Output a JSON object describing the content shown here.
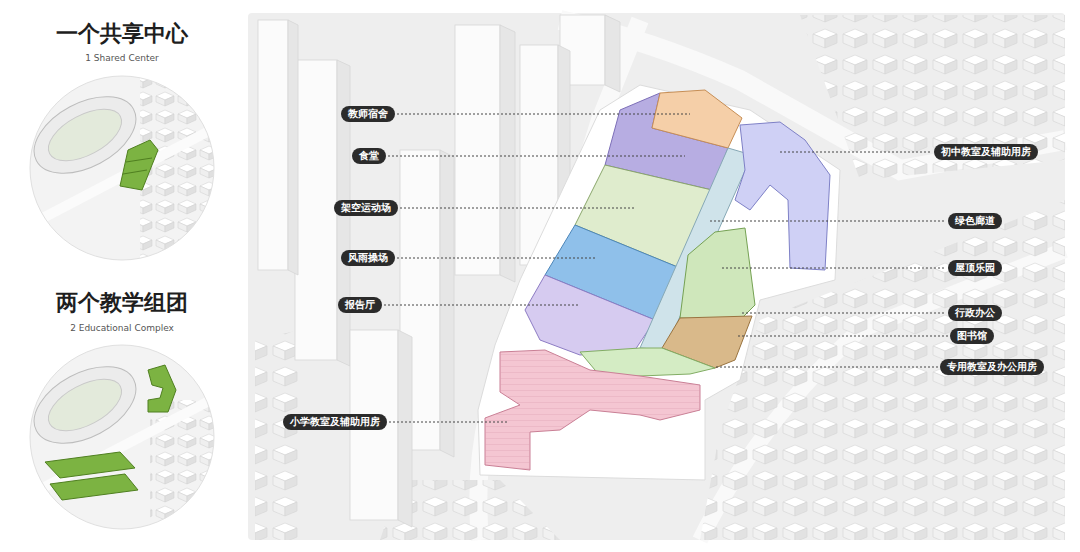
{
  "diagram": {
    "nodes": [
      {
        "text": [
          "教师宿舍"
        ]
      },
      {
        "text": [
          "初中教室及辅助用房"
        ]
      },
      {
        "text": [
          "食堂"
        ]
      },
      {
        "text": [
          "架空运动场"
        ]
      },
      {
        "text": [
          "绿色廊道"
        ]
      },
      {
        "text": [
          "风雨操场"
        ]
      },
      {
        "text": [
          "屋顶乐园"
        ]
      },
      {
        "text": [
          "报告厅"
        ]
      },
      {
        "text": [
          "行政办公"
        ]
      },
      {
        "text": [
          "图书馆"
        ]
      },
      {
        "text": [
          "专用教室及办公用房"
        ]
      },
      {
        "text": [
          "小学教室及辅助用房"
        ]
      }
    ],
    "labels": [
      "一个共享中心",
      "1 Shared Center",
      "两个教学组团",
      "2 Educational Complex"
    ]
  }
}
